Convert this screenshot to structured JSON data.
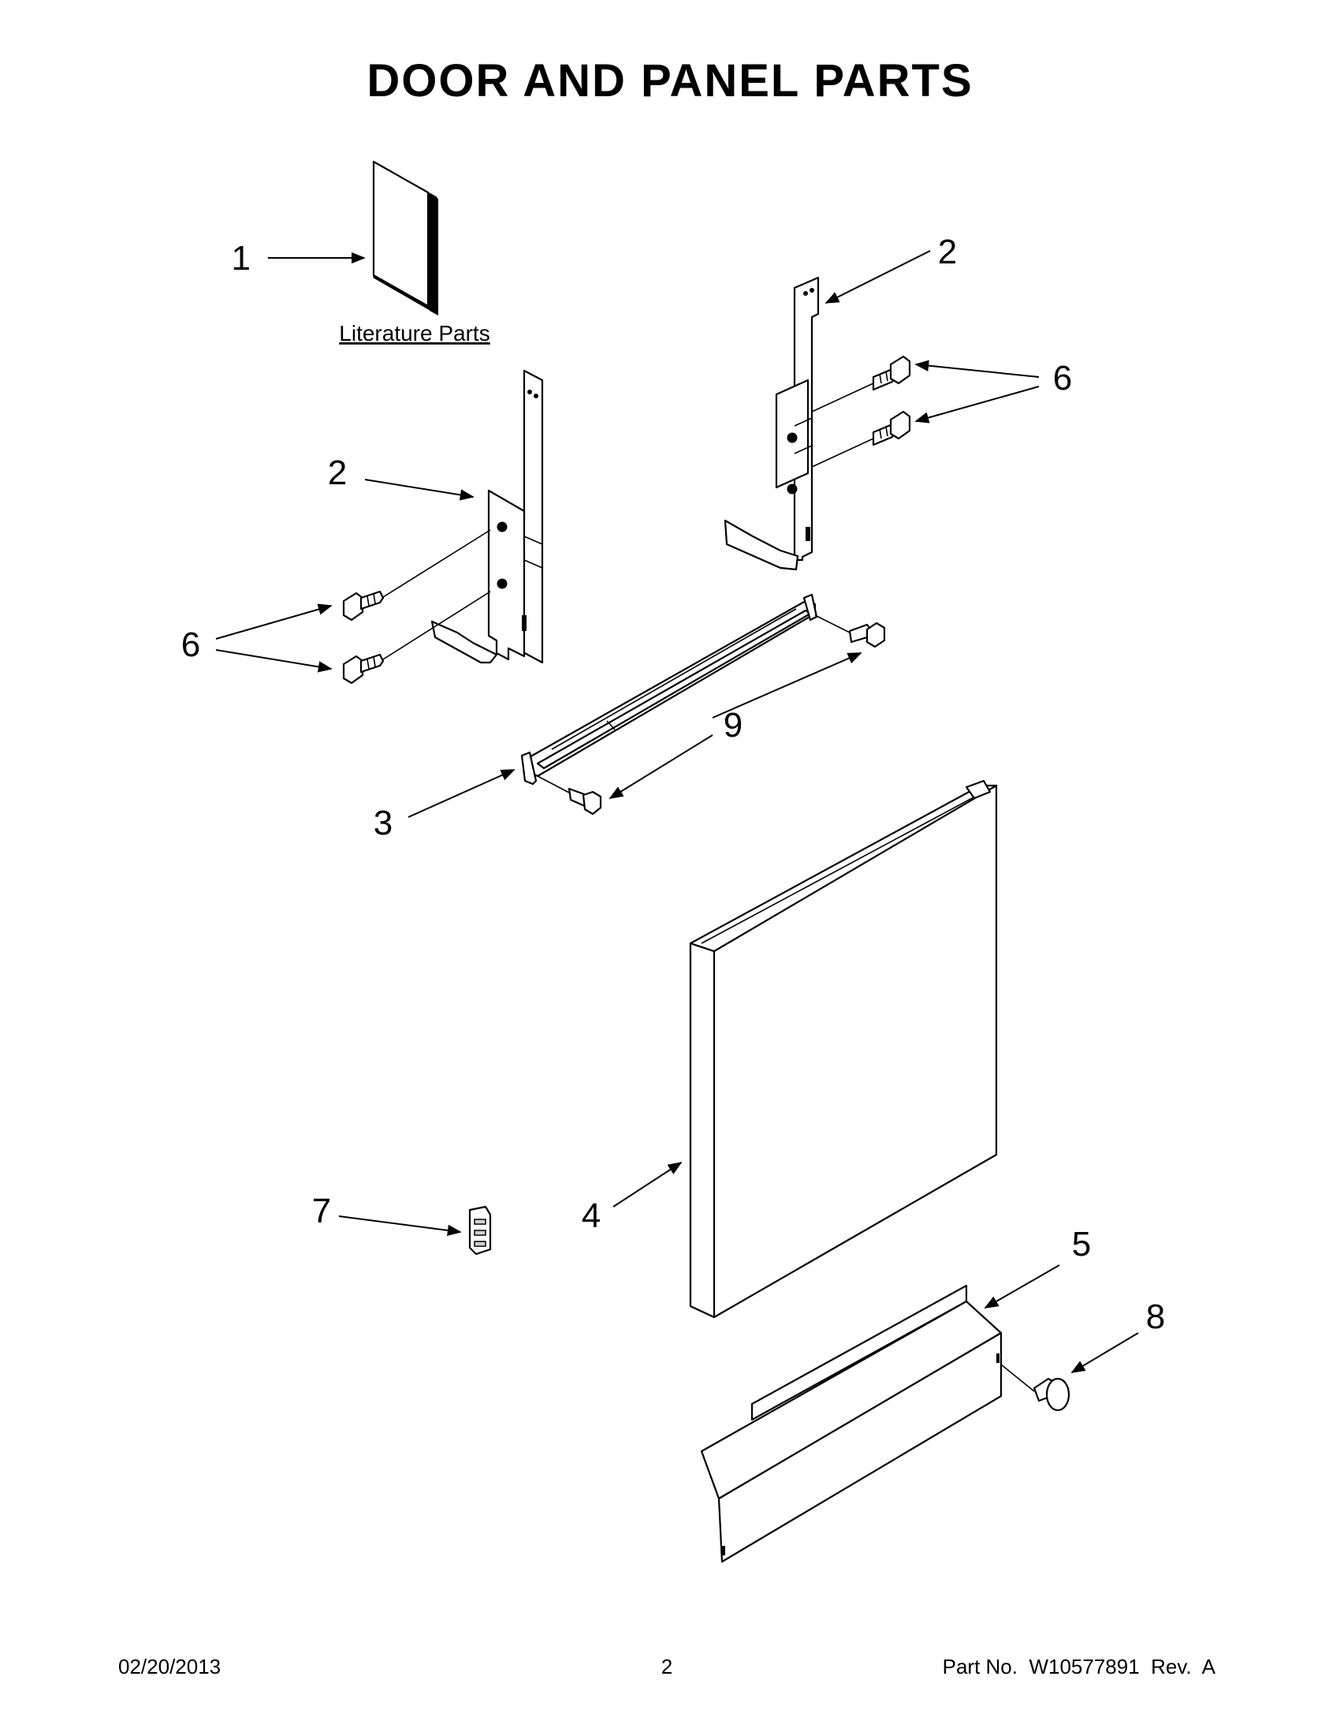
{
  "title": "DOOR AND PANEL PARTS",
  "literature_label": "Literature Parts",
  "callouts": {
    "c1": "1",
    "c2a": "2",
    "c2b": "2",
    "c6a": "6",
    "c6b": "6",
    "c9": "9",
    "c3": "3",
    "c4": "4",
    "c5": "5",
    "c7": "7",
    "c8": "8"
  },
  "footer": {
    "date": "02/20/2013",
    "page": "2",
    "part_no": "Part No.  W10577891  Rev.  A"
  }
}
